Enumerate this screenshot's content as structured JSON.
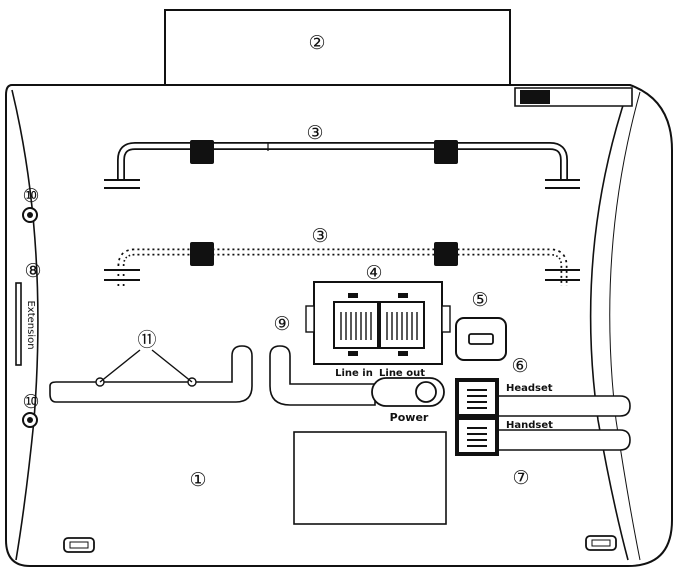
{
  "callouts": {
    "c1": "①",
    "c2": "②",
    "c3a": "③",
    "c3b": "③",
    "c4": "④",
    "c5": "⑤",
    "c6": "⑥",
    "c7": "⑦",
    "c8": "⑧",
    "c9": "⑨",
    "c10a": "⑩",
    "c10b": "⑩",
    "c11": "⑪"
  },
  "labels": {
    "extension": "Extension",
    "line_in": "Line in",
    "line_out": "Line out",
    "power": "Power",
    "headset": "Headset",
    "handset": "Handset"
  }
}
